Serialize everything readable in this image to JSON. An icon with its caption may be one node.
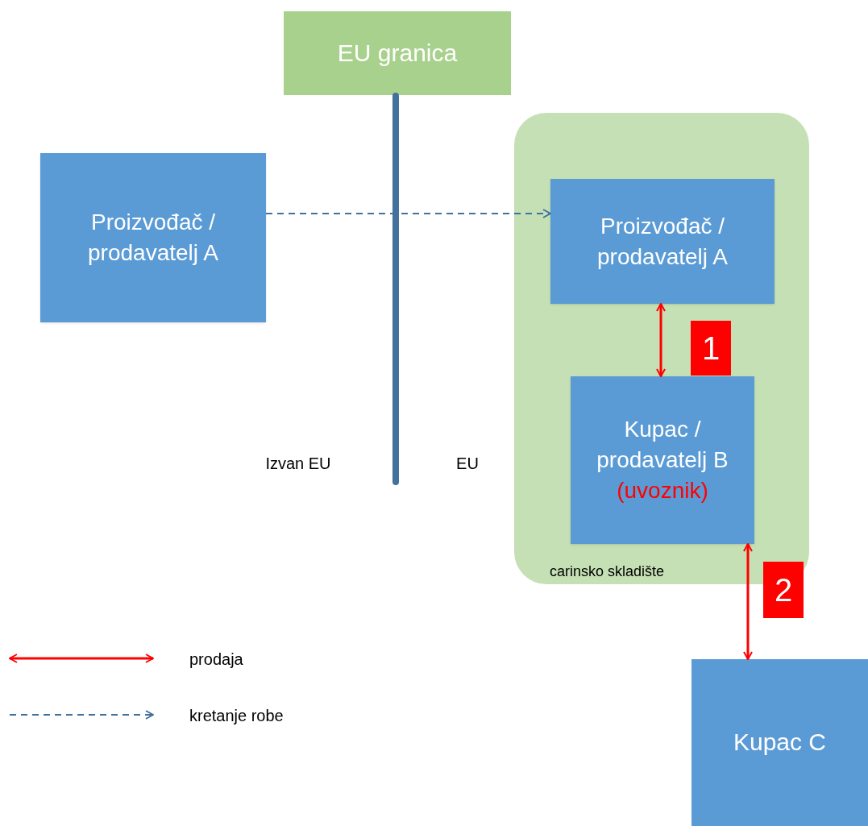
{
  "diagram": {
    "nodes": [
      {
        "text": [
          "EU granica"
        ]
      },
      {
        "text": [
          "Proizvođač / prodavatelj A"
        ]
      },
      {
        "text": [
          "carinsko skladište"
        ]
      },
      {
        "text": [
          "Proizvođač / prodavatelj A"
        ],
        "in": 2
      },
      {
        "text": [
          "Kupac / prodavatelj B",
          "(uvoznik)"
        ],
        "in": 2
      },
      {
        "text": [
          "1"
        ],
        "in": 2
      },
      {
        "text": [
          "2"
        ]
      },
      {
        "text": [
          "Kupac C"
        ]
      }
    ],
    "edges": [
      {
        "from": 1,
        "to": 3,
        "arrow": "to",
        "style": "dashed",
        "color": "#41719c"
      },
      {
        "from": 3,
        "to": 4,
        "arrow": "both"
      },
      {
        "from": 4,
        "to": 7,
        "arrow": "both"
      }
    ],
    "labels": [
      "Izvan EU",
      "EU"
    ],
    "legend": [
      {
        "text": "prodaja"
      },
      {
        "text": "kretanje robe"
      }
    ]
  }
}
